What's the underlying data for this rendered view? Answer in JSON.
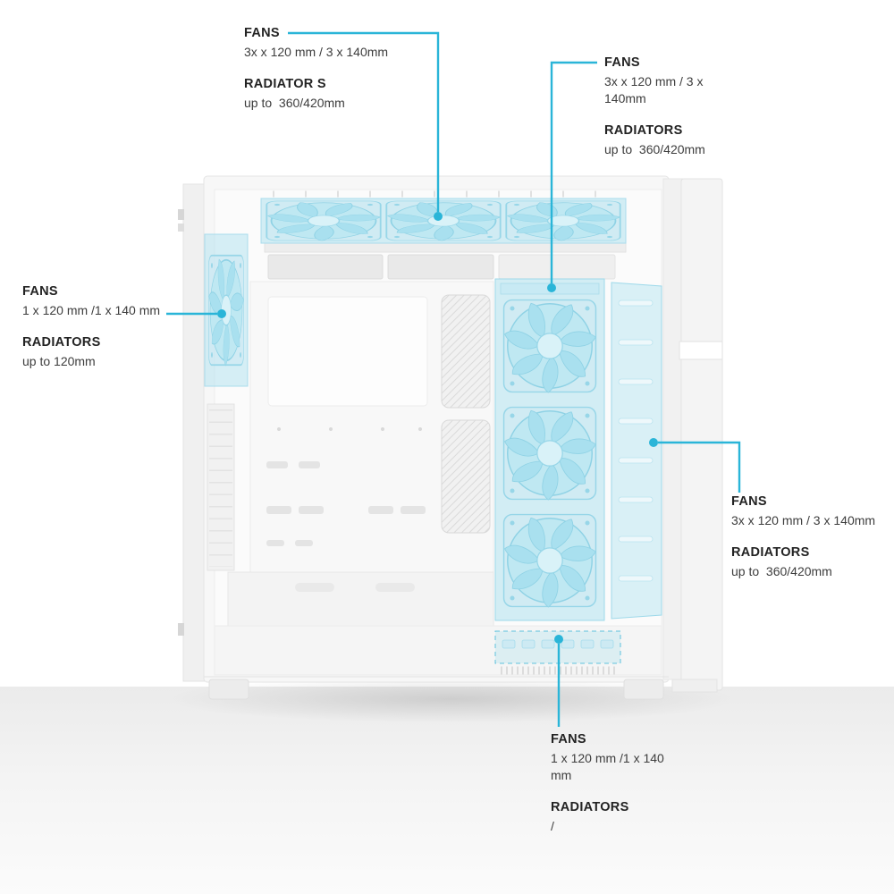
{
  "colors": {
    "accent": "#2ab5d8",
    "highlight_fill": "#bfe8f2",
    "case_body": "#f7f7f7",
    "text_heading": "#232323",
    "text_body": "#3d3d3d"
  },
  "callouts": {
    "top": {
      "fans_label": "FANS",
      "fans_value": "3x x 120 mm / 3 x 140mm",
      "radiators_label": "RADIATOR S",
      "radiators_value": "up to  360/420mm"
    },
    "upper_middle": {
      "fans_label": "FANS",
      "fans_value": "3x x 120 mm / 3 x 140mm",
      "radiators_label": "RADIATORS",
      "radiators_value": "up to  360/420mm"
    },
    "left": {
      "fans_label": "FANS",
      "fans_value": "1 x 120 mm /1 x 140 mm",
      "radiators_label": "RADIATORS",
      "radiators_value": "up to 120mm"
    },
    "right": {
      "fans_label": "FANS",
      "fans_value": "3x x 120 mm / 3 x 140mm",
      "radiators_label": "RADIATORS",
      "radiators_value": "up to  360/420mm"
    },
    "bottom": {
      "fans_label": "FANS",
      "fans_value": "1 x 120 mm /1 x 140 mm",
      "radiators_label": "RADIATORS",
      "radiators_value": "/"
    }
  }
}
